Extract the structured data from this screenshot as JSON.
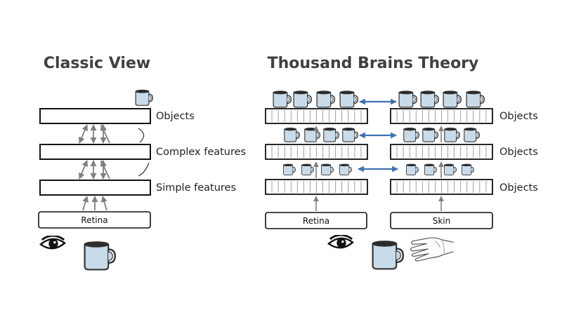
{
  "classic": {
    "title": "Classic View",
    "levels": [
      "Objects",
      "Complex features",
      "Simple features"
    ],
    "input": "Retina"
  },
  "thousand": {
    "title": "Thousand Brains Theory",
    "levels": [
      "Objects",
      "Objects",
      "Objects"
    ],
    "input_left": "Retina",
    "input_right": "Skin"
  },
  "icons": {
    "mug": "mug-icon",
    "eye": "eye-icon",
    "hand": "hand-icon"
  },
  "colors": {
    "lateral_arrow": "#3f72b3",
    "feedforward_arrow": "#808080",
    "mug_fill": "#c9dbe9",
    "box_border": "#111111"
  }
}
